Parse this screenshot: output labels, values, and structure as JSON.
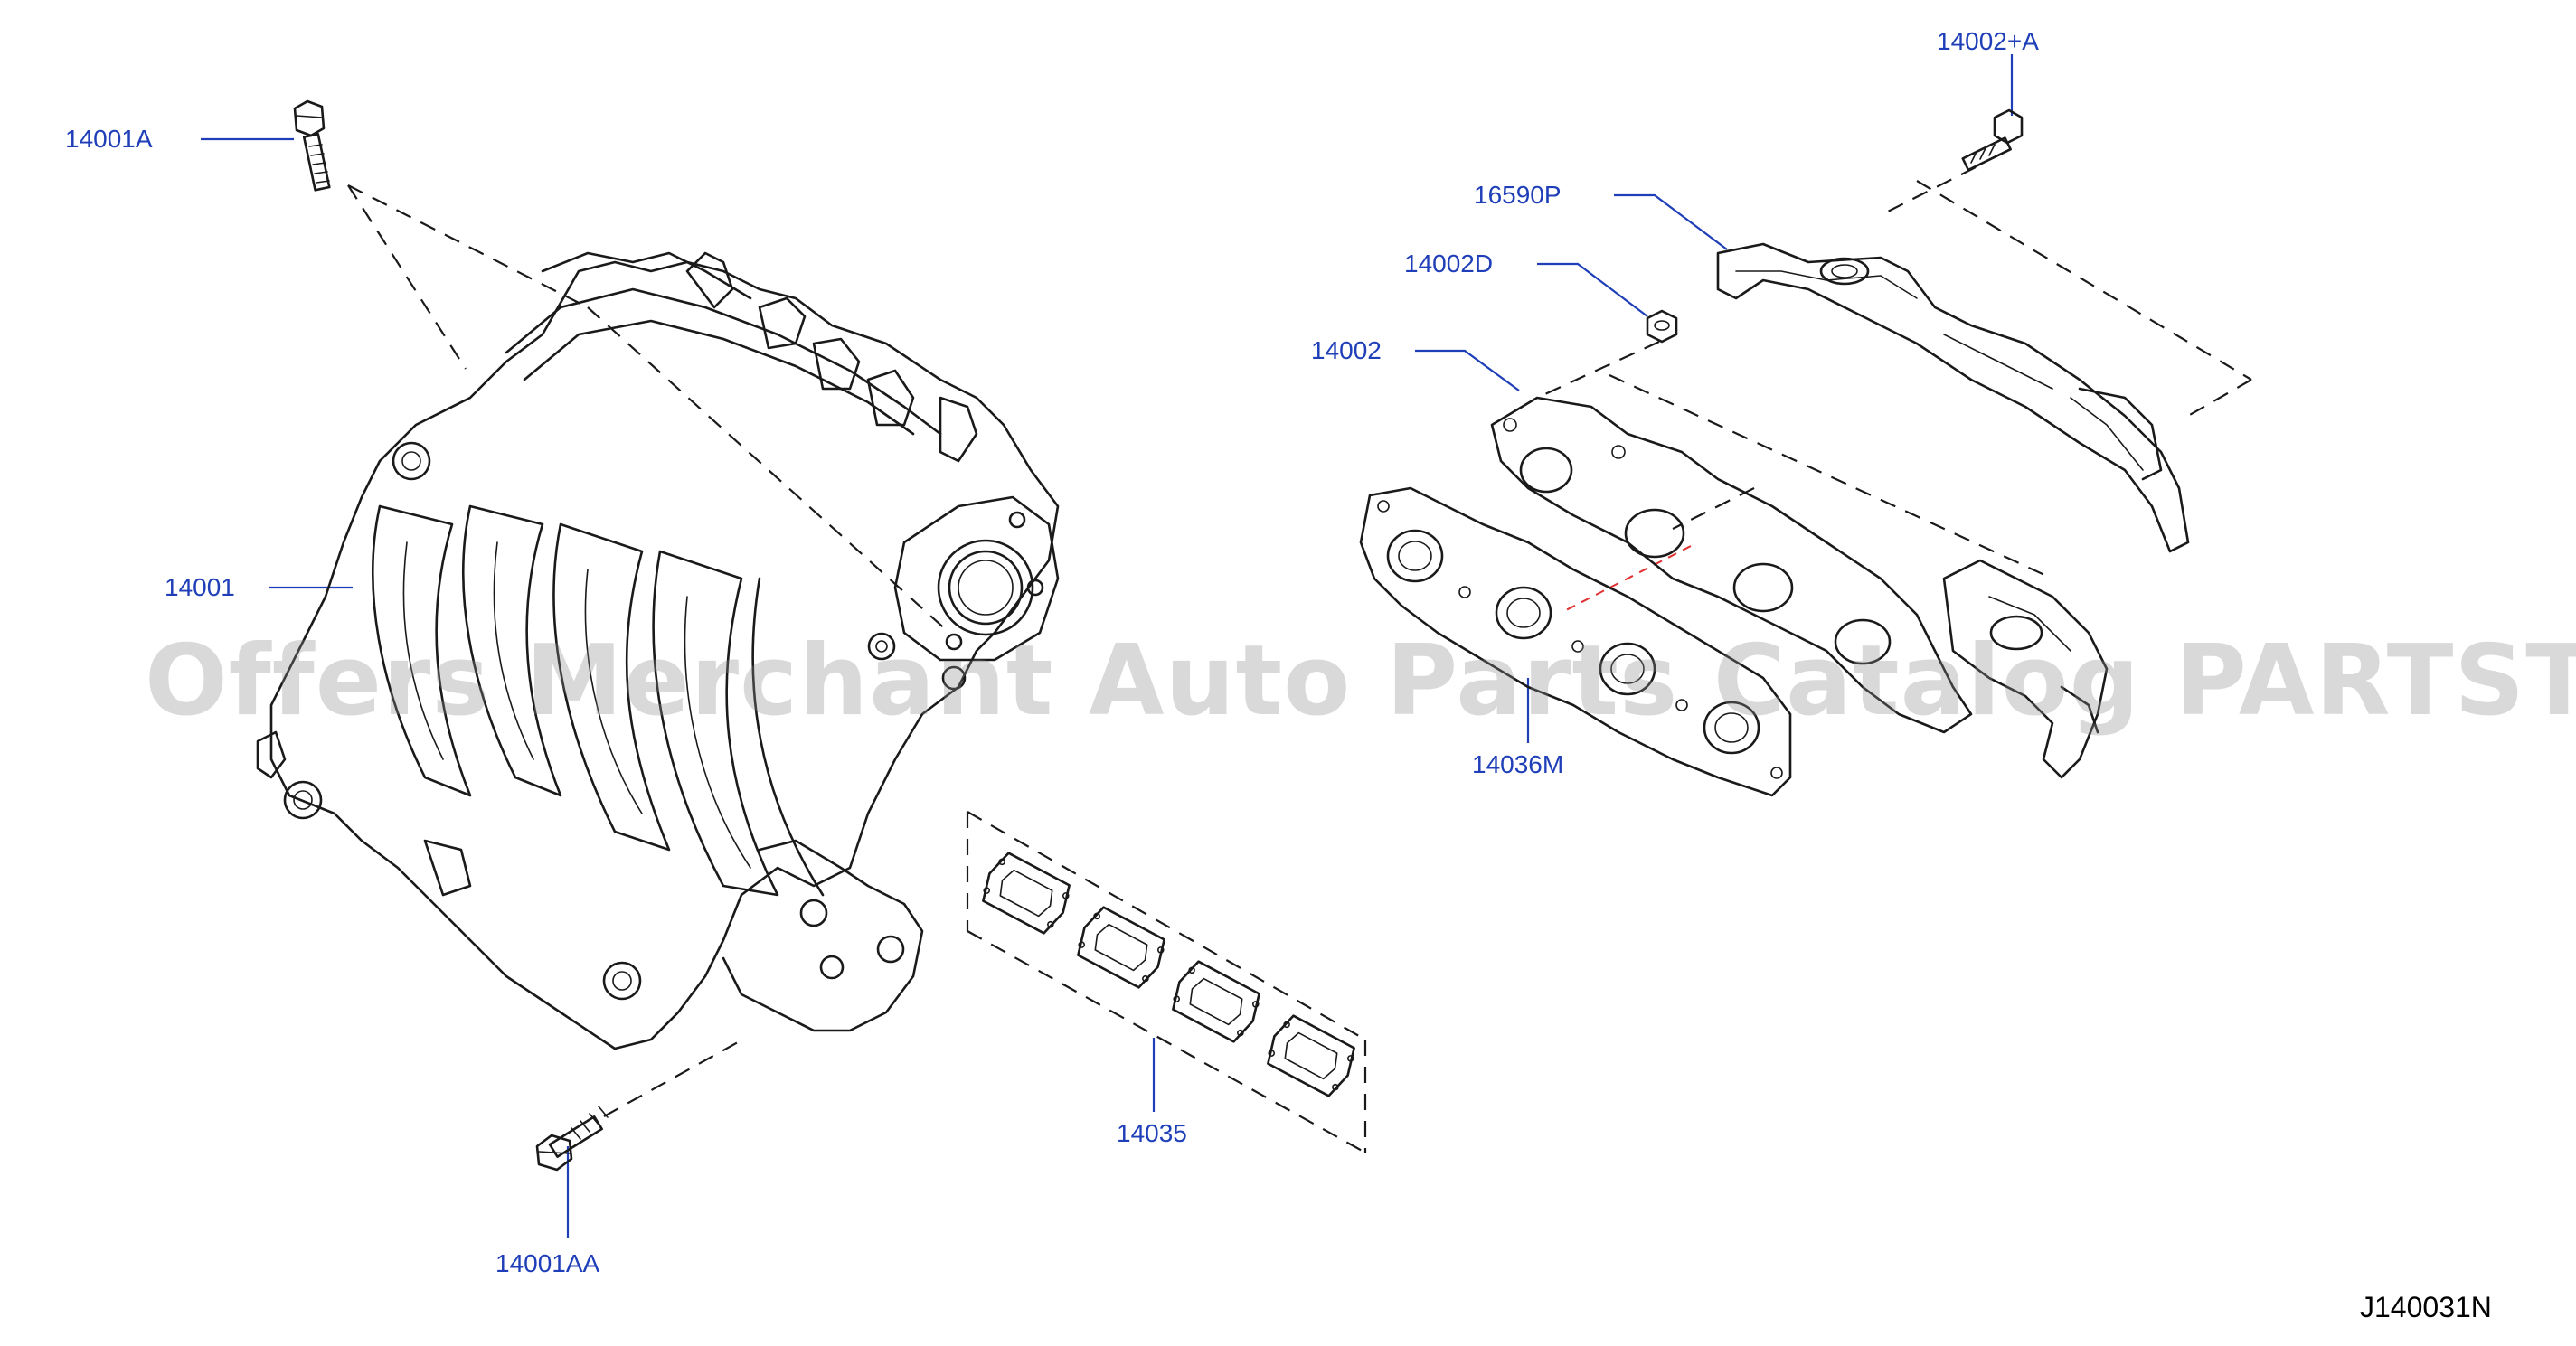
{
  "callouts": {
    "c14001A": "14001A",
    "c14001": "14001",
    "c14001AA": "14001AA",
    "c14035": "14035",
    "c14002plusA": "14002+A",
    "c16590P": "16590P",
    "c14002D": "14002D",
    "c14002": "14002",
    "c14036M": "14036M"
  },
  "diagram_code": "J140031N",
  "watermark": "Offers Merchant Auto Parts Catalog PARTSTORE.SA",
  "colors": {
    "callout_text": "#1f3fb8",
    "line_art": "#1a1a1a",
    "watermark": "#8c8c8c",
    "highlight_dash": "#e03030"
  }
}
